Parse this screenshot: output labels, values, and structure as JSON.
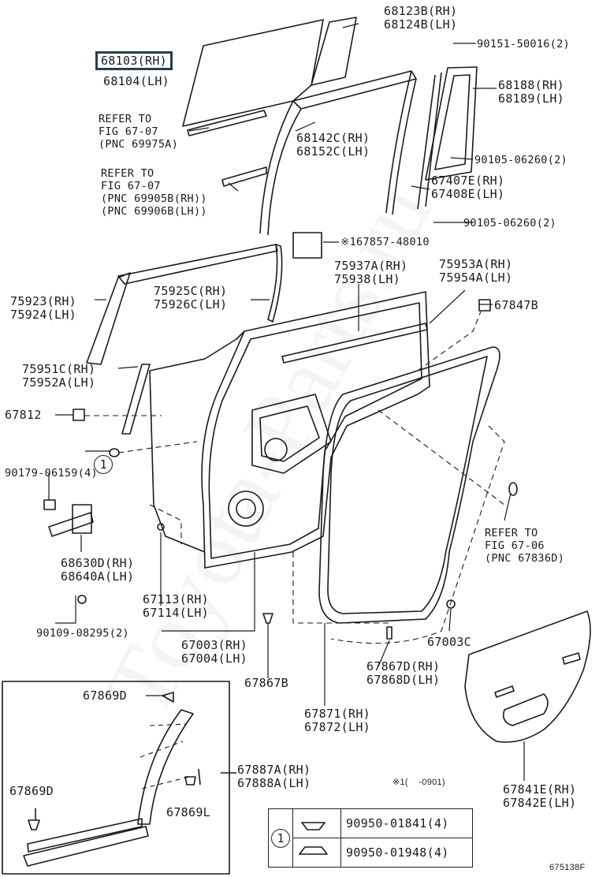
{
  "diagram_id": "675138F",
  "watermark": "Toyota-Parts.ru",
  "note": "※1(    -0901)",
  "labels": {
    "p68123": "68123B(RH)\n68124B(LH)",
    "p68103": "68103(RH)",
    "p68104": "68104(LH)",
    "p90151": "90151-50016(2)",
    "p68188": "68188(RH)\n68189(LH)",
    "ref1": "REFER TO\nFIG 67-07\n(PNC 69975A)",
    "p68142": "68142C(RH)\n68152C(LH)",
    "p90105a": "90105-06260(2)",
    "ref2": "REFER TO\nFIG 67-07\n(PNC 69905B(RH))\n(PNC 69906B(LH))",
    "p67407": "67407E(RH)\n67408E(LH)",
    "p90105b": "90105-06260(2)",
    "p167857": "※167857-48010",
    "p75937": "75937A(RH)\n75938(LH)",
    "p75953": "75953A(RH)\n75954A(LH)",
    "p75923": "75923(RH)\n75924(LH)",
    "p75925": "75925C(RH)\n75926C(LH)",
    "p67847": "67847B",
    "p75951": "75951C(RH)\n75952A(LH)",
    "p67812": "67812",
    "p90179": "90179-06159(4)",
    "ref3": "REFER TO\nFIG 67-06\n(PNC 67836D)",
    "p68630": "68630D(RH)\n68640A(LH)",
    "p67113": "67113(RH)\n67114(LH)",
    "p90109": "90109-08295(2)",
    "p67003c": "67003C",
    "p67003": "67003(RH)\n67004(LH)",
    "p67867d": "67867D(RH)\n67868D(LH)",
    "p67867b": "67867B",
    "p67869d_top": "67869D",
    "p67871": "67871(RH)\n67872(LH)",
    "p67887": "67887A(RH)\n67888A(LH)",
    "p67869d_left": "67869D",
    "p67869l": "67869L",
    "p67841": "67841E(RH)\n67842E(LH)"
  },
  "callout_number": "1",
  "table": {
    "group_number": "1",
    "rows": [
      {
        "part": "90950-01841(4)",
        "icon": "clip-icon"
      },
      {
        "part": "90950-01948(4)",
        "icon": "clip-icon"
      }
    ]
  }
}
